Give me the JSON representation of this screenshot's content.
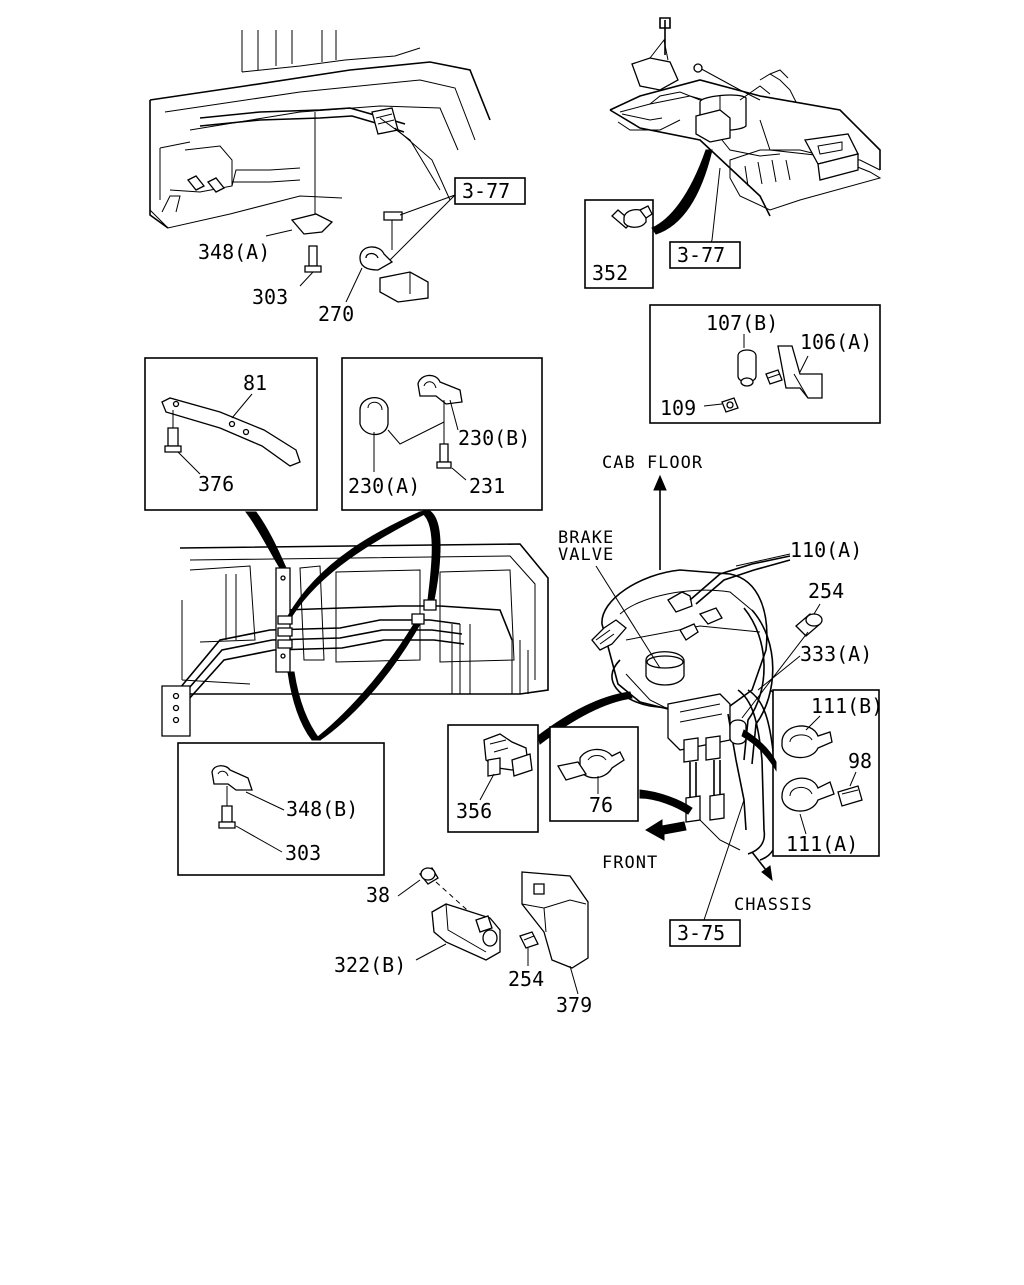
{
  "diagram": {
    "callouts": {
      "c348a": "348(A)",
      "c303a": "303",
      "c270": "270",
      "c81": "81",
      "c376": "376",
      "c230b": "230(B)",
      "c230a": "230(A)",
      "c231": "231",
      "c352": "352",
      "c107b": "107(B)",
      "c106a": "106(A)",
      "c109": "109",
      "c110a": "110(A)",
      "c254a": "254",
      "c333a": "333(A)",
      "c111b": "111(B)",
      "c98": "98",
      "c111a": "111(A)",
      "c356": "356",
      "c76": "76",
      "c348b": "348(B)",
      "c303b": "303",
      "c38": "38",
      "c322b": "322(B)",
      "c254b": "254",
      "c379": "379"
    },
    "refs": {
      "r377a": "3-77",
      "r377b": "3-77",
      "r375": "3-75"
    },
    "captions": {
      "cab_floor": "CAB FLOOR",
      "brake": "BRAKE",
      "valve": "VALVE",
      "front": "FRONT",
      "chassis": "CHASSIS"
    }
  }
}
